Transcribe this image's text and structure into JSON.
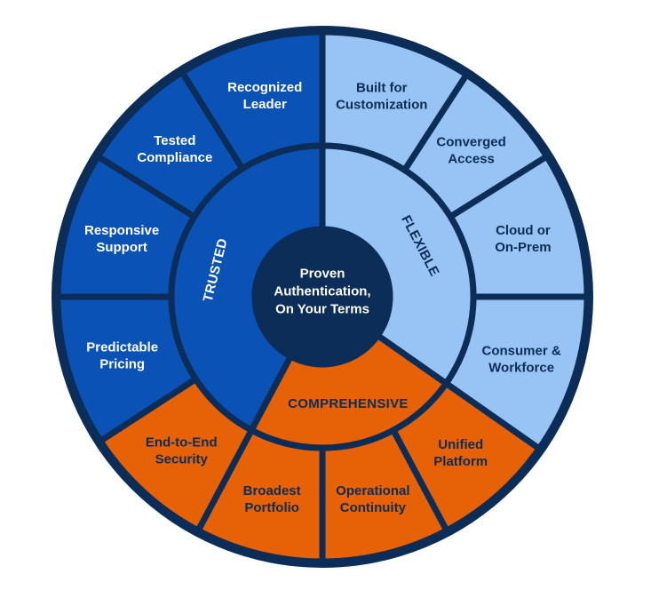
{
  "diagram": {
    "colors": {
      "outline": "#0b2d57",
      "trusted": "#0a52b5",
      "flexible": "#97c4f5",
      "comprehensive": "#e76106",
      "center": "#0b2d57",
      "text_light": "#ffffff",
      "text_dark": "#0b2d57"
    },
    "center": {
      "lines": [
        "Proven",
        "Authentication,",
        "On Your Terms"
      ]
    },
    "groups": [
      {
        "id": "trusted",
        "label": "TRUSTED",
        "color": "trusted",
        "text_color": "text_light",
        "start": 208,
        "end": 360
      },
      {
        "id": "flexible",
        "label": "FLEXIBLE",
        "color": "flexible",
        "text_color": "text_dark",
        "start": 0,
        "end": 125
      },
      {
        "id": "comprehensive",
        "label": "COMPREHENSIVE",
        "color": "comprehensive",
        "text_color": "text_dark",
        "start": 125,
        "end": 208
      }
    ],
    "segments": [
      {
        "lines": [
          "Built for",
          "Customization"
        ],
        "group": "flexible",
        "start": 0,
        "end": 33
      },
      {
        "lines": [
          "Converged",
          "Access"
        ],
        "group": "flexible",
        "start": 33,
        "end": 58
      },
      {
        "lines": [
          "Cloud or",
          "On-Prem"
        ],
        "group": "flexible",
        "start": 58,
        "end": 90
      },
      {
        "lines": [
          "Consumer &",
          "Workforce"
        ],
        "group": "flexible",
        "start": 90,
        "end": 125
      },
      {
        "lines": [
          "Unified",
          "Platform"
        ],
        "group": "comprehensive",
        "start": 125,
        "end": 152
      },
      {
        "lines": [
          "Operational",
          "Continuity"
        ],
        "group": "comprehensive",
        "start": 152,
        "end": 180
      },
      {
        "lines": [
          "Broadest",
          "Portfolio"
        ],
        "group": "comprehensive",
        "start": 180,
        "end": 208
      },
      {
        "lines": [
          "End-to-End",
          "Security"
        ],
        "group": "comprehensive",
        "start": 208,
        "end": 237
      },
      {
        "lines": [
          "Predictable",
          "Pricing"
        ],
        "group": "trusted",
        "start": 237,
        "end": 270
      },
      {
        "lines": [
          "Responsive",
          "Support"
        ],
        "group": "trusted",
        "start": 270,
        "end": 302
      },
      {
        "lines": [
          "Tested",
          "Compliance"
        ],
        "group": "trusted",
        "start": 302,
        "end": 328
      },
      {
        "lines": [
          "Recognized",
          "Leader"
        ],
        "group": "trusted",
        "start": 328,
        "end": 360
      }
    ]
  }
}
